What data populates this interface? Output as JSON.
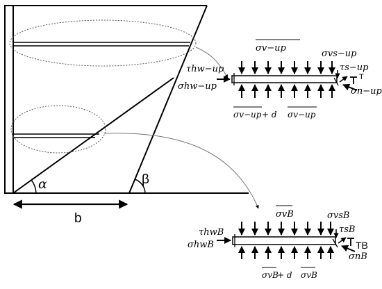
{
  "diagram": {
    "angle_alpha": "α",
    "angle_beta": "β",
    "width_label": "b",
    "upper_element": {
      "sigma_v_top": "σv−up",
      "sigma_v_bottom_a": "σv−up",
      "sigma_v_bottom_b": " + d",
      "sigma_v_bottom_c": "σv−up",
      "tau_hw": "τhw−up",
      "sigma_hw": "σhw−up",
      "sigma_vs": "σvs−up",
      "tau_s": "τs−up",
      "T": "T",
      "sigma_n": "σn−up"
    },
    "lower_element": {
      "sigma_v_top": "σvB",
      "sigma_v_bottom_a": "σvB",
      "sigma_v_bottom_b": " + d",
      "sigma_v_bottom_c": "σvB",
      "tau_hw": "τhwB",
      "sigma_hw": "σhwB",
      "sigma_vs": "σvsB",
      "tau_s": "τsB",
      "T": "TB",
      "sigma_n": "σnB"
    }
  }
}
